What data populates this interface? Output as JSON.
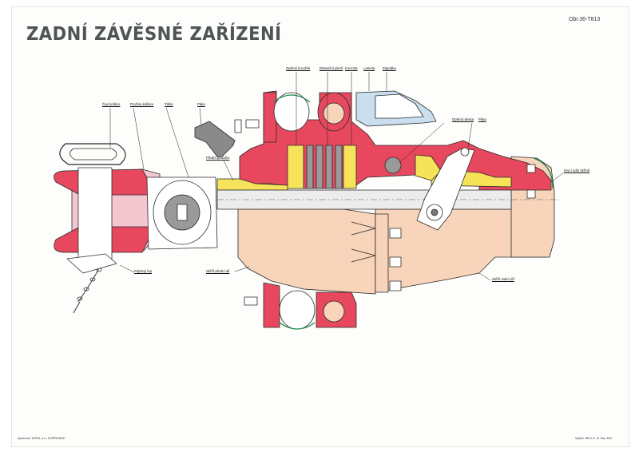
{
  "title": "ZADNÍ ZÁVĚSNÉ ZAŘÍZENÍ",
  "figure_number": "Obr.36-T813",
  "labels": {
    "cep_kolikce": "Čep kolíkce",
    "pruzina_kolikce": "Pružina kolíkce",
    "tahlo": "Táhlo",
    "paka_top": "Páka",
    "opernej_krouzek": "Opěrný kroužek",
    "distancni_plech": "Distanční plech",
    "konzola": "Konzola",
    "lamela": "Lamela",
    "zapadka": "Západka",
    "operna_deska": "Opěrná deska",
    "paka_right": "Páka",
    "predni_pouzdro": "Přední pouzdro",
    "kryt_i_odni_skrine": "Kryt i odní skříně",
    "poj_ny_lep": "Pojistný lep",
    "skrin_predni_dil": "Skříň-přední díl",
    "skrin_zadni_dil": "Skříň-zadní díl"
  },
  "footer": {
    "left": "Zpracoval: TATRA, a.s., KOPŘIVNICE",
    "right": "Vydání: 860 1.8. 10    Tisk: 3/92"
  },
  "colors": {
    "red": "#e8485e",
    "beige": "#f7d4ba",
    "pink": "#f4c6d0",
    "yellow": "#f6e35a",
    "blue": "#c9deef",
    "grey": "#c9c9c9",
    "dark_grey": "#7a7a7a",
    "outline": "#2a2a2a"
  }
}
